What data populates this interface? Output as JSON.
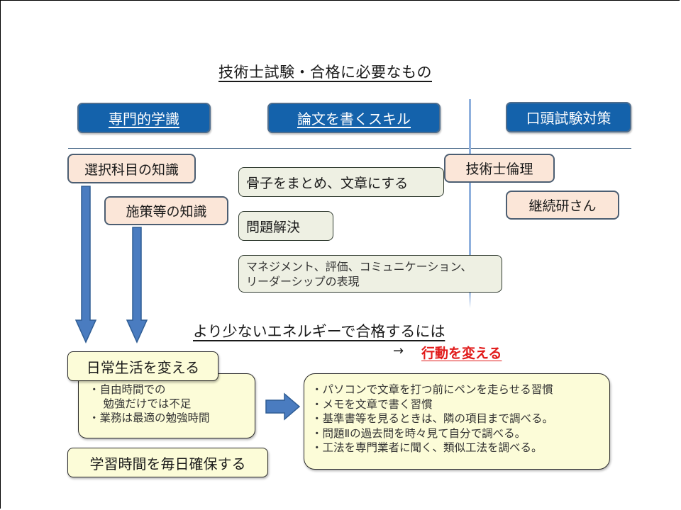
{
  "slide": {
    "title": "技術士試験・合格に必要なもの",
    "columns": {
      "specialized_knowledge": "専門的学識",
      "essay_skills": "論文を書くスキル",
      "oral_exam": "口頭試験対策"
    },
    "knowledge_items": {
      "elective_subject": "選択科目の知識",
      "policy": "施策等の知識"
    },
    "essay_items": {
      "outline": "骨子をまとめ、文章にする",
      "problem_solving": "問題解決",
      "management": {
        "line1": "マネジメント、評価、コミュニケーション、",
        "line2": "リーダーシップの表現"
      }
    },
    "oral_items": {
      "ethics": "技術士倫理",
      "cpd": "継続研さん"
    },
    "subheading": "より少ないエネルギーで合格するには",
    "arrow_glyph": "→",
    "change_behavior": "行動を変える",
    "daily_life": {
      "label": "日常生活を変える",
      "bullets": [
        "・自由時間での",
        "　 勉強だけでは不足",
        "・業務は最適の勉強時間"
      ]
    },
    "secure_time": "学習時間を毎日確保する",
    "habits": [
      "・パソコンで文章を打つ前にペンを走らせる習慣",
      "・メモを文章で書く習慣",
      "・基準書等を見るときは、隣の項目まで調べる。",
      "・問題Ⅱの過去問を時々見て自分で調べる。",
      "・工法を専門業者に聞く、類似工法を調べる。"
    ],
    "colors": {
      "header_blue": "#1462ab",
      "arrow_blue": "#4a7cc0",
      "accent_red": "#e11a1a",
      "peach_box": "#fbe6d8",
      "green_box": "#eef0e3",
      "yellow_box": "#fcfcd8"
    }
  }
}
